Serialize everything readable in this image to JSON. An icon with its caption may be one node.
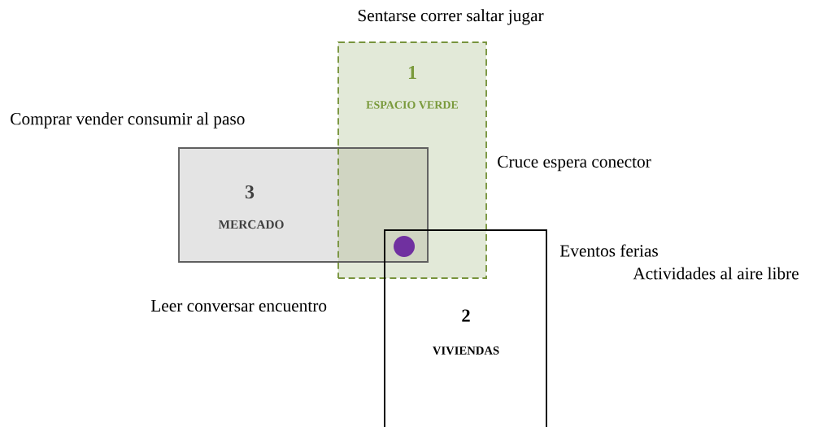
{
  "diagram": {
    "nodes": [
      {
        "text": [
          "1",
          "ESPACIO VERDE"
        ]
      },
      {
        "text": [
          "3",
          "MERCADO"
        ]
      },
      {
        "text": [
          "2",
          "VIVIENDAS"
        ]
      },
      {
        "text": [],
        "shape": "circle"
      }
    ],
    "labels": [
      "Sentarse correr saltar jugar",
      "Comprar vender consumir al paso",
      "Cruce espera conector",
      "Eventos ferias",
      "Actividades al aire libre",
      "Leer conversar encuentro"
    ]
  }
}
